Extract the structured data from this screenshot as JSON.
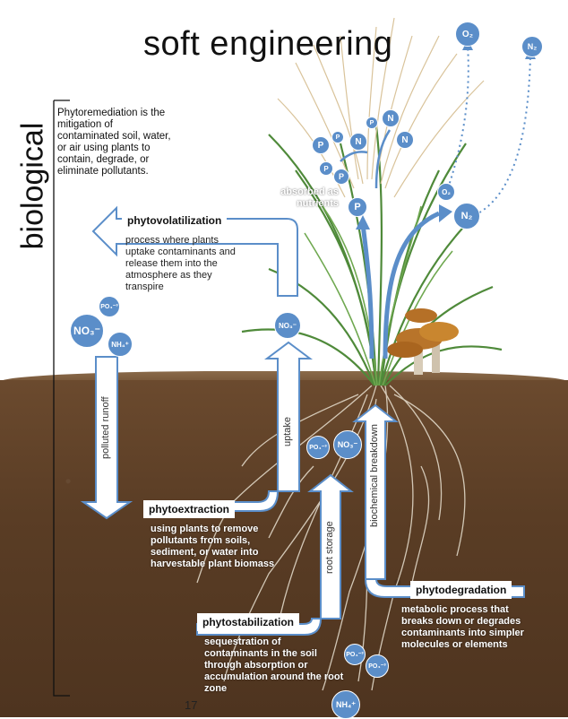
{
  "title": "soft engineering",
  "side_label": "biological",
  "intro": "Phytoremediation is the mitigation of contaminated soil, water, or air using plants to contain, degrade, or eliminate pollutants.",
  "absorbed": "absorbed as nutrients",
  "phytovolatilization": {
    "label": "phytovolatilization",
    "desc": "process where plants uptake contaminants and release them into the atmosphere as they transpire"
  },
  "phytoextraction": {
    "label": "phytoextraction",
    "desc": "using plants to remove pollutants from soils, sediment, or water into harvestable plant biomass"
  },
  "phytostabilization": {
    "label": "phytostabilization",
    "desc": "sequestration of contaminants in the soil through absorption or accumulation around the root zone"
  },
  "phytodegradation": {
    "label": "phytodegradation",
    "desc": "metabolic process that breaks down or degrades contaminants into simpler molecules or elements"
  },
  "arrow_labels": {
    "polluted_runoff": "polluted runoff",
    "uptake": "uptake",
    "root_storage": "root storage",
    "biochemical_breakdown": "biochemical breakdown"
  },
  "bubbles": {
    "o2_top": "O₂",
    "n2_top": "N₂",
    "o2_small": "O₂",
    "n2_big": "N₂",
    "no3_runoff": "NO₃⁻",
    "po4_runoff": "PO₄⁻³",
    "nh4_runoff": "NH₄⁺",
    "no3_stem": "NO₃⁻",
    "po4_root": "PO₄⁻³",
    "no3_root": "NO₃⁻",
    "po4_low1": "PO₄⁻³",
    "po4_low2": "PO₄⁻³",
    "nh4_low": "NH₄⁺",
    "nutrients": [
      "P",
      "P",
      "N",
      "P",
      "N",
      "N",
      "P",
      "P",
      "P"
    ]
  },
  "page_number": "17",
  "colors": {
    "arrow_blue": "#5b8ec9",
    "soil": "#5a3d25"
  }
}
